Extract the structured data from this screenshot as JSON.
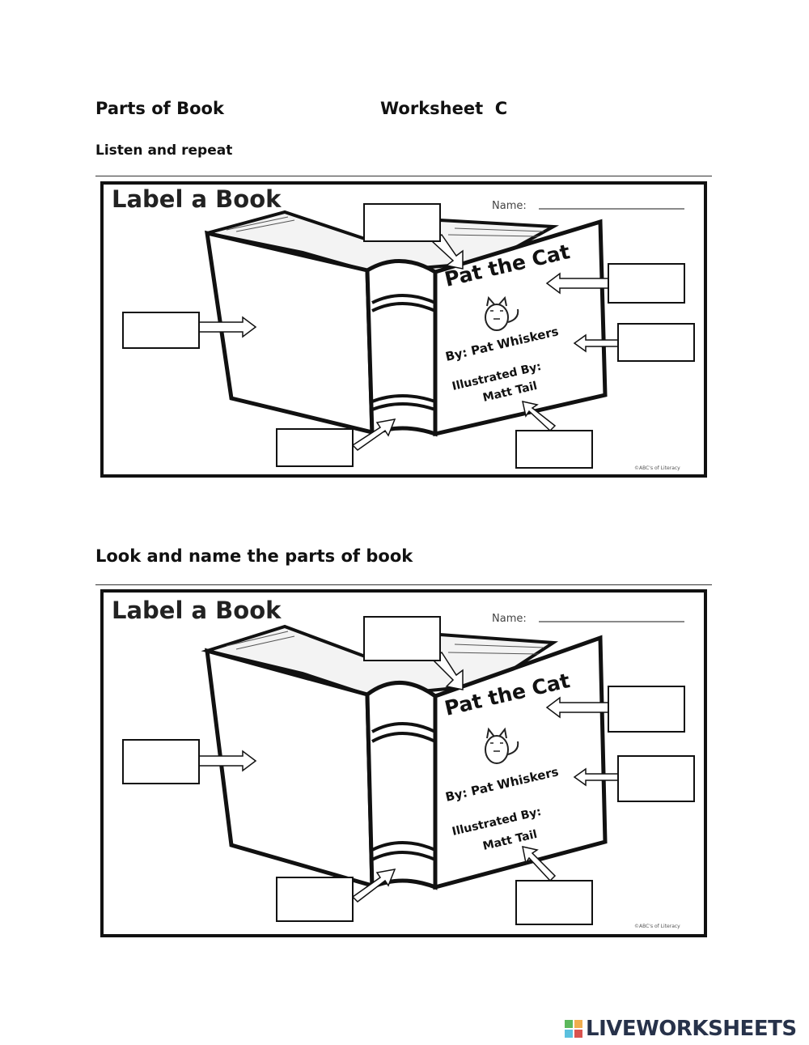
{
  "header": {
    "title": "Parts of Book",
    "worksheet": "Worksheet  C"
  },
  "sections": [
    {
      "instruction": "Listen and repeat"
    },
    {
      "instruction": "Look and name the parts of book"
    }
  ],
  "diagram": {
    "heading": "Label a Book",
    "name_label": "Name:",
    "book_title": "Pat the Cat",
    "author": "By: Pat Whiskers",
    "illustrated_by": "Illustrated By:",
    "illustrator": "Matt Tail",
    "copyright": "©ABC's of Literacy"
  },
  "brand": {
    "name": "LIVEWORKSHEETS",
    "logo_colors": [
      "#5cb85c",
      "#f0ad4e",
      "#5bc0de",
      "#d9534f"
    ],
    "text_color": "#27324a"
  }
}
